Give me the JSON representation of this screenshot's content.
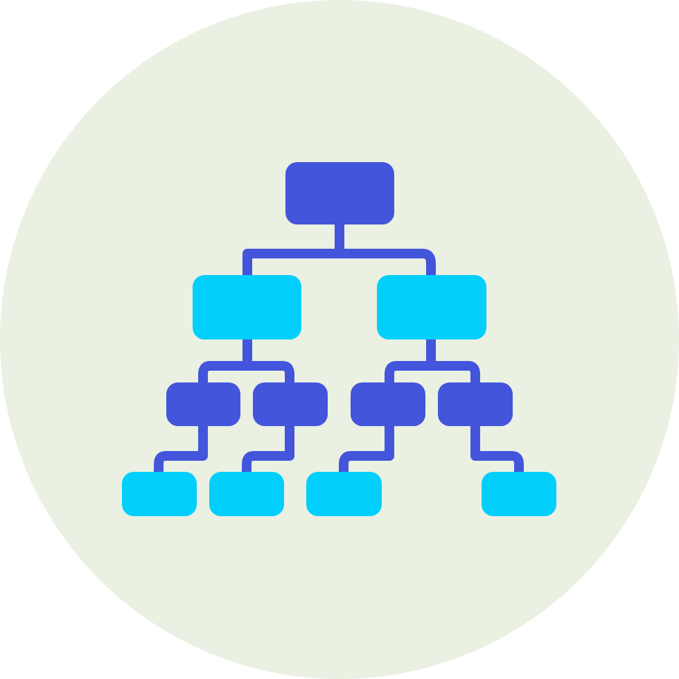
{
  "icon": {
    "name": "hierarchy-tree-icon",
    "levels": [
      1,
      2,
      4,
      4
    ]
  },
  "colors": {
    "background_circle": "#EAF0E2",
    "primary_node": "#4355DB",
    "secondary_node": "#02CFFB",
    "connector": "#4355DB"
  }
}
